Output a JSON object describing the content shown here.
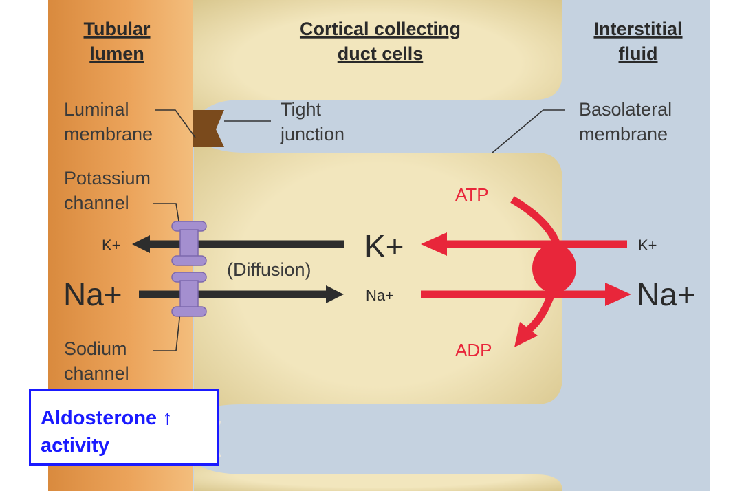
{
  "headers": {
    "lumen_line1": "Tubular",
    "lumen_line2": "lumen",
    "cells_line1": "Cortical collecting",
    "cells_line2": "duct cells",
    "fluid_line1": "Interstitial",
    "fluid_line2": "fluid"
  },
  "labels": {
    "luminal_line1": "Luminal",
    "luminal_line2": "membrane",
    "tight_line1": "Tight",
    "tight_line2": "junction",
    "baso_line1": "Basolateral",
    "baso_line2": "membrane",
    "k_channel_line1": "Potassium",
    "k_channel_line2": "channel",
    "na_channel_line1": "Sodium",
    "na_channel_line2": "channel",
    "diffusion": "(Diffusion)",
    "atp": "ATP",
    "adp": "ADP"
  },
  "ions": {
    "k_lumen": "K+",
    "na_lumen": "Na+",
    "k_cell": "K+",
    "na_cell": "Na+",
    "k_fluid": "K+",
    "na_fluid": "Na+"
  },
  "callout": {
    "line1": "Aldosterone ↑",
    "line2": "activity"
  },
  "colors": {
    "lumen": "#e89a4e",
    "cell": "#efe2b4",
    "interstitial": "#c3d0de",
    "pump": "#e8263a",
    "channel": "#a48fcf",
    "callout": "#1a1aff"
  }
}
